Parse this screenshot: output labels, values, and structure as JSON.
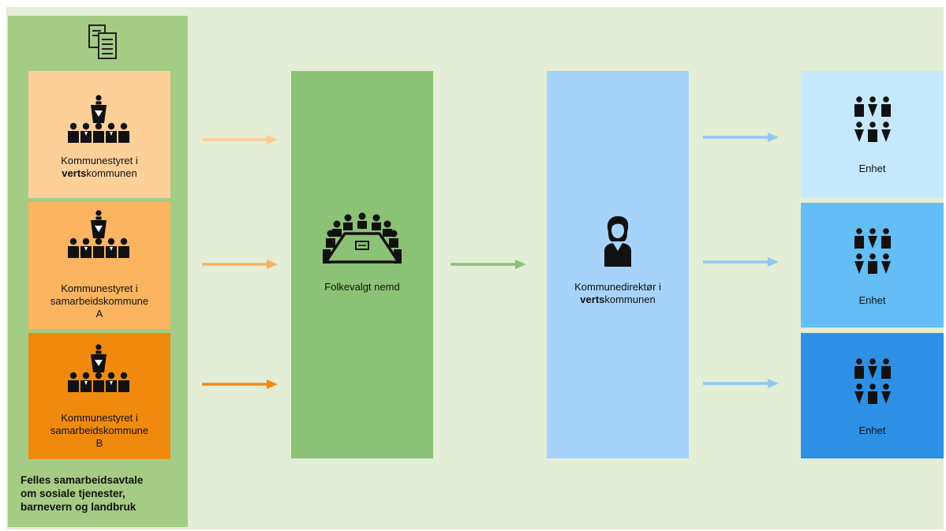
{
  "councils": [
    {
      "line1": "Kommunestyret i",
      "line2_bold": "verts",
      "line2_rest": "kommunen",
      "line3": ""
    },
    {
      "line1": "Kommunestyret i",
      "line2_bold": "",
      "line2_rest": "samarbeidskommune",
      "line3": "A"
    },
    {
      "line1": "Kommunestyret i",
      "line2_bold": "",
      "line2_rest": "samarbeidskommune",
      "line3": "B"
    }
  ],
  "agreement": {
    "line1": "Felles samarbeidsavtale",
    "line2": "om sosiale tjenester,",
    "line3": "barnevern og landbruk"
  },
  "committee": {
    "label": "Folkevalgt nemd"
  },
  "director": {
    "line1": "Kommunedirektør i",
    "line2_bold": "verts",
    "line2_rest": "kommunen"
  },
  "units": [
    {
      "label": "Enhet"
    },
    {
      "label": "Enhet"
    },
    {
      "label": "Enhet"
    }
  ],
  "icons": {
    "document": "document-copy-icon",
    "council": "council-podium-icon",
    "committee": "meeting-table-icon",
    "director": "businesswoman-icon",
    "unit": "people-group-icon"
  },
  "colors": {
    "background": "#e4edd5",
    "left_panel": "#a5cc85",
    "council_1": "#fdd09a",
    "council_2": "#fbb45f",
    "council_3": "#f08a0e",
    "committee": "#8cc275",
    "director": "#a7d3fb",
    "unit_1": "#c5e8fd",
    "unit_2": "#64bdf5",
    "unit_3": "#2d90e5",
    "arrow_1": "#fdcb93",
    "arrow_2": "#fbb160",
    "arrow_3": "#f08a16",
    "arrow_green": "#8cc275",
    "arrow_blue": "#92c8ee"
  }
}
